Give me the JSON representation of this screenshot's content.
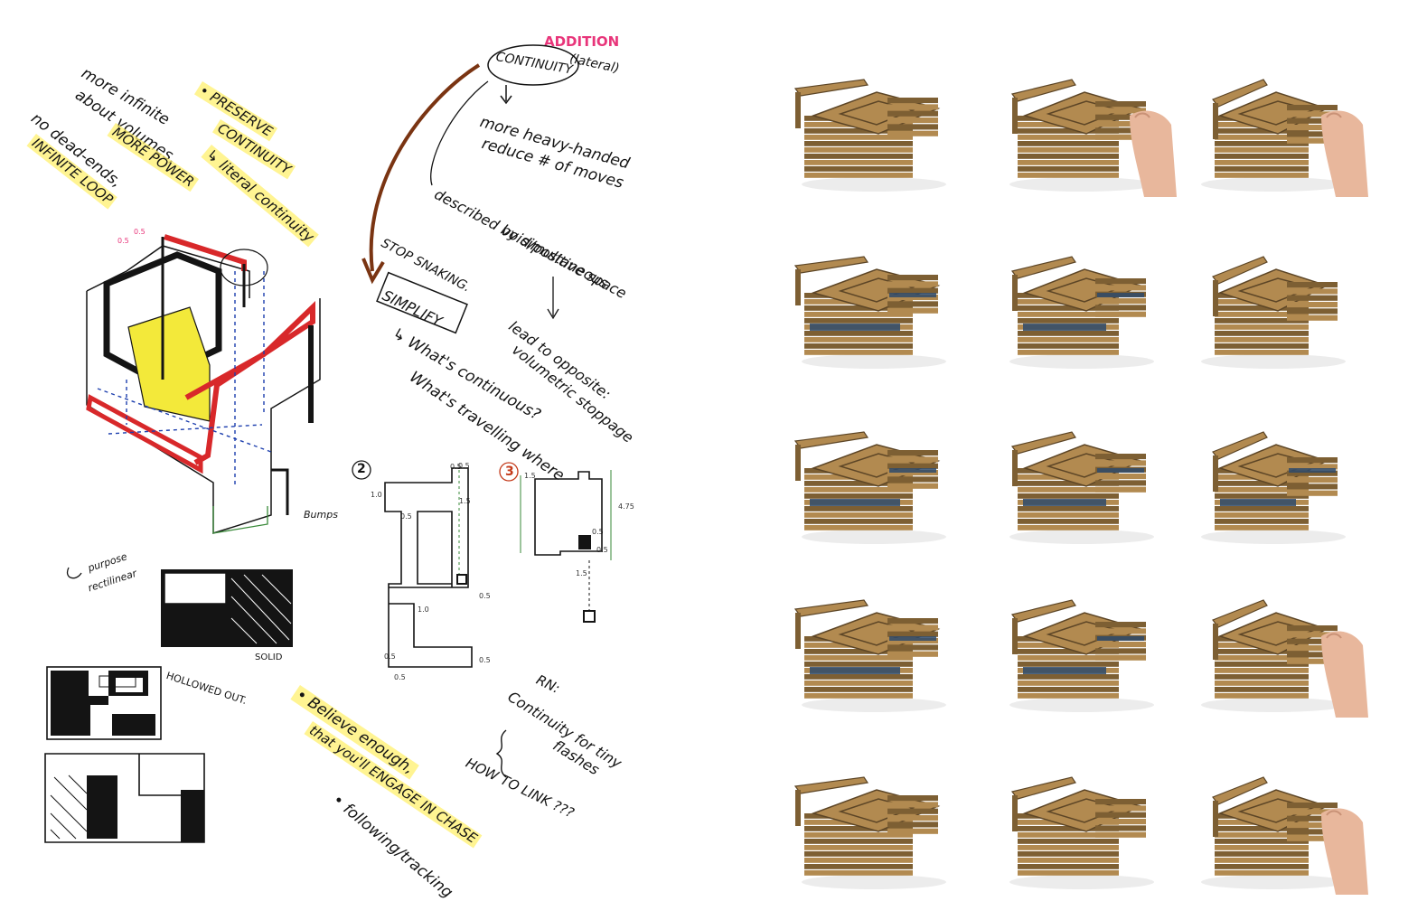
{
  "notes": {
    "more_infinite": "more infinite",
    "about_volumes": "about volumes,",
    "more_power": "MORE POWER",
    "no_dead_ends": "no dead-ends,",
    "infinite_loop": "INFINITE LOOP",
    "preserve": "• PRESERVE",
    "continuity": "CONTINUITY",
    "literal_continuity": "↳ literal continuity",
    "addition": "ADDITION",
    "lateral": "(lateral)",
    "continuity_circled": "CONTINUITY",
    "more_heavy_handed": "more heavy-handed",
    "reduce_moves": "reduce # of moves",
    "described_by": "described by simultaneous",
    "void_positive": "void/positive space",
    "stop_snaking": "STOP SNAKING.",
    "simplify": "SIMPLIFY",
    "whats_continuous": "↳ What's continuous?",
    "whats_travelling": "What's travelling where",
    "lead_to_opposite": "lead to opposite:",
    "volumetric_stoppage": "volumetric stoppage",
    "bumps": "Bumps",
    "purpose_rectilinear_1": "purpose",
    "purpose_rectilinear_2": "rectilinear",
    "solid": "SOLID",
    "hollowed_out": "HOLLOWED OUT.",
    "believe_enough": "• Believe enough,",
    "that_youll": "that you'll ENGAGE IN CHASE",
    "following_tracking": "• following/tracking",
    "rn": "RN:",
    "continuity_for_tiny": "Continuity for tiny",
    "flashes": "flashes",
    "how_to_link": "HOW TO LINK ???",
    "plan_2_label": "2",
    "plan_3_label": "3"
  },
  "dims": {
    "d1": "0.5",
    "d2": "0.5",
    "d3": "1.0",
    "d4": "0.5",
    "d5": "1.5",
    "d6": "0.5",
    "d7": "1.0",
    "d8": "0.5",
    "d9": "0.5",
    "d10": "0.5",
    "d11": "1.5",
    "d12": "4.75",
    "d13": "0.5",
    "d14": "0.5",
    "d15": "1.5",
    "d16": "0.5",
    "d17": "0.5"
  },
  "colors": {
    "highlighter": "#fff06e",
    "marker_red": "#d8282a",
    "marker_brown": "#7a3412",
    "pink": "#e8357a",
    "cardboard": "#b28a50",
    "cardboard_dark": "#7d5f33",
    "cardboard_edge": "#5c4526",
    "tape_blue": "#2e4a6b",
    "skin": "#e8b79c",
    "ink": "#141414",
    "yellow_fill": "#f3e93a"
  },
  "models": [
    {
      "row": 0,
      "col": 0,
      "hand": false,
      "tape": false
    },
    {
      "row": 0,
      "col": 1,
      "hand": true,
      "tape": false
    },
    {
      "row": 0,
      "col": 2,
      "hand": true,
      "tape": false
    },
    {
      "row": 1,
      "col": 0,
      "hand": false,
      "tape": true
    },
    {
      "row": 1,
      "col": 1,
      "hand": false,
      "tape": true
    },
    {
      "row": 1,
      "col": 2,
      "hand": false,
      "tape": false
    },
    {
      "row": 2,
      "col": 0,
      "hand": false,
      "tape": true
    },
    {
      "row": 2,
      "col": 1,
      "hand": false,
      "tape": true
    },
    {
      "row": 2,
      "col": 2,
      "hand": false,
      "tape": true
    },
    {
      "row": 3,
      "col": 0,
      "hand": false,
      "tape": true
    },
    {
      "row": 3,
      "col": 1,
      "hand": false,
      "tape": true
    },
    {
      "row": 3,
      "col": 2,
      "hand": true,
      "tape": false
    },
    {
      "row": 4,
      "col": 0,
      "hand": false,
      "tape": false
    },
    {
      "row": 4,
      "col": 1,
      "hand": false,
      "tape": false
    },
    {
      "row": 4,
      "col": 2,
      "hand": true,
      "tape": false
    }
  ]
}
